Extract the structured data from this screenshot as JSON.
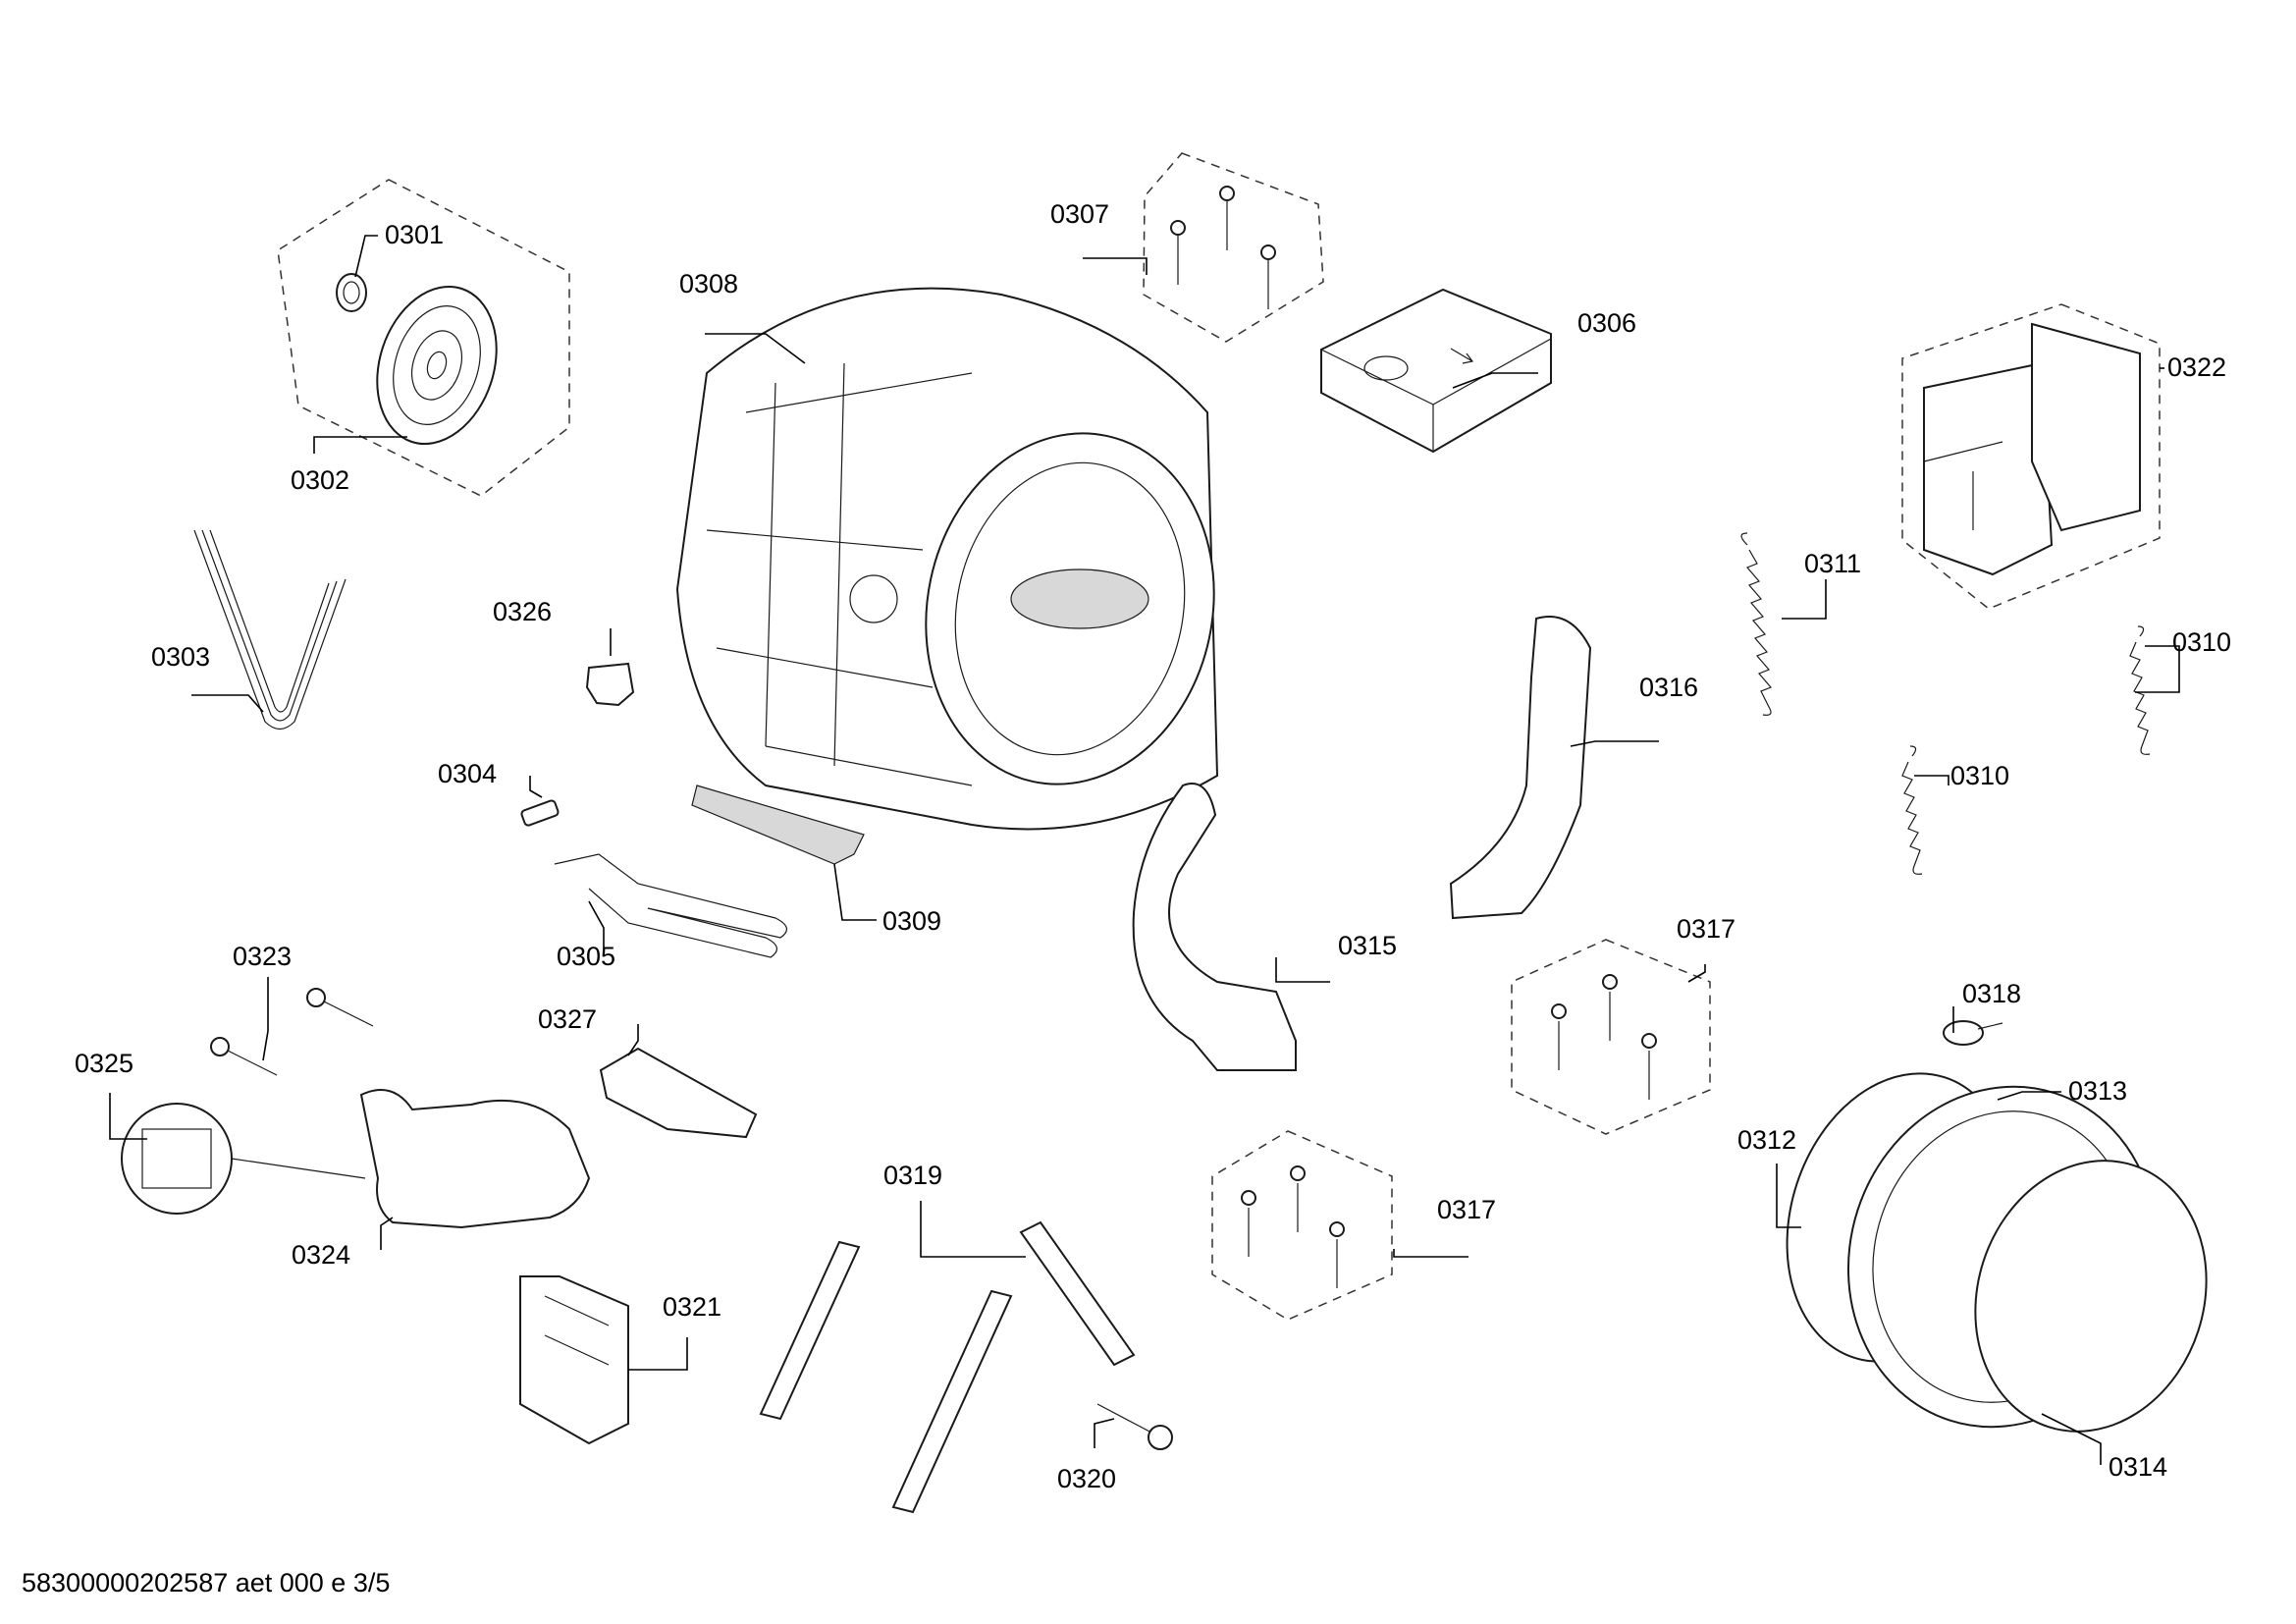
{
  "footer": "58300000202587 aet 000 e 3/5",
  "labels": {
    "p0301": "0301",
    "p0302": "0302",
    "p0303": "0303",
    "p0304": "0304",
    "p0305": "0305",
    "p0306": "0306",
    "p0307": "0307",
    "p0308": "0308",
    "p0309": "0309",
    "p0310a": "0310",
    "p0310b": "0310",
    "p0311": "0311",
    "p0312": "0312",
    "p0313": "0313",
    "p0314": "0314",
    "p0315": "0315",
    "p0316": "0316",
    "p0317a": "0317",
    "p0317b": "0317",
    "p0318": "0318",
    "p0319": "0319",
    "p0320": "0320",
    "p0321": "0321",
    "p0322": "0322",
    "p0323": "0323",
    "p0324": "0324",
    "p0325": "0325",
    "p0326": "0326",
    "p0327": "0327"
  }
}
